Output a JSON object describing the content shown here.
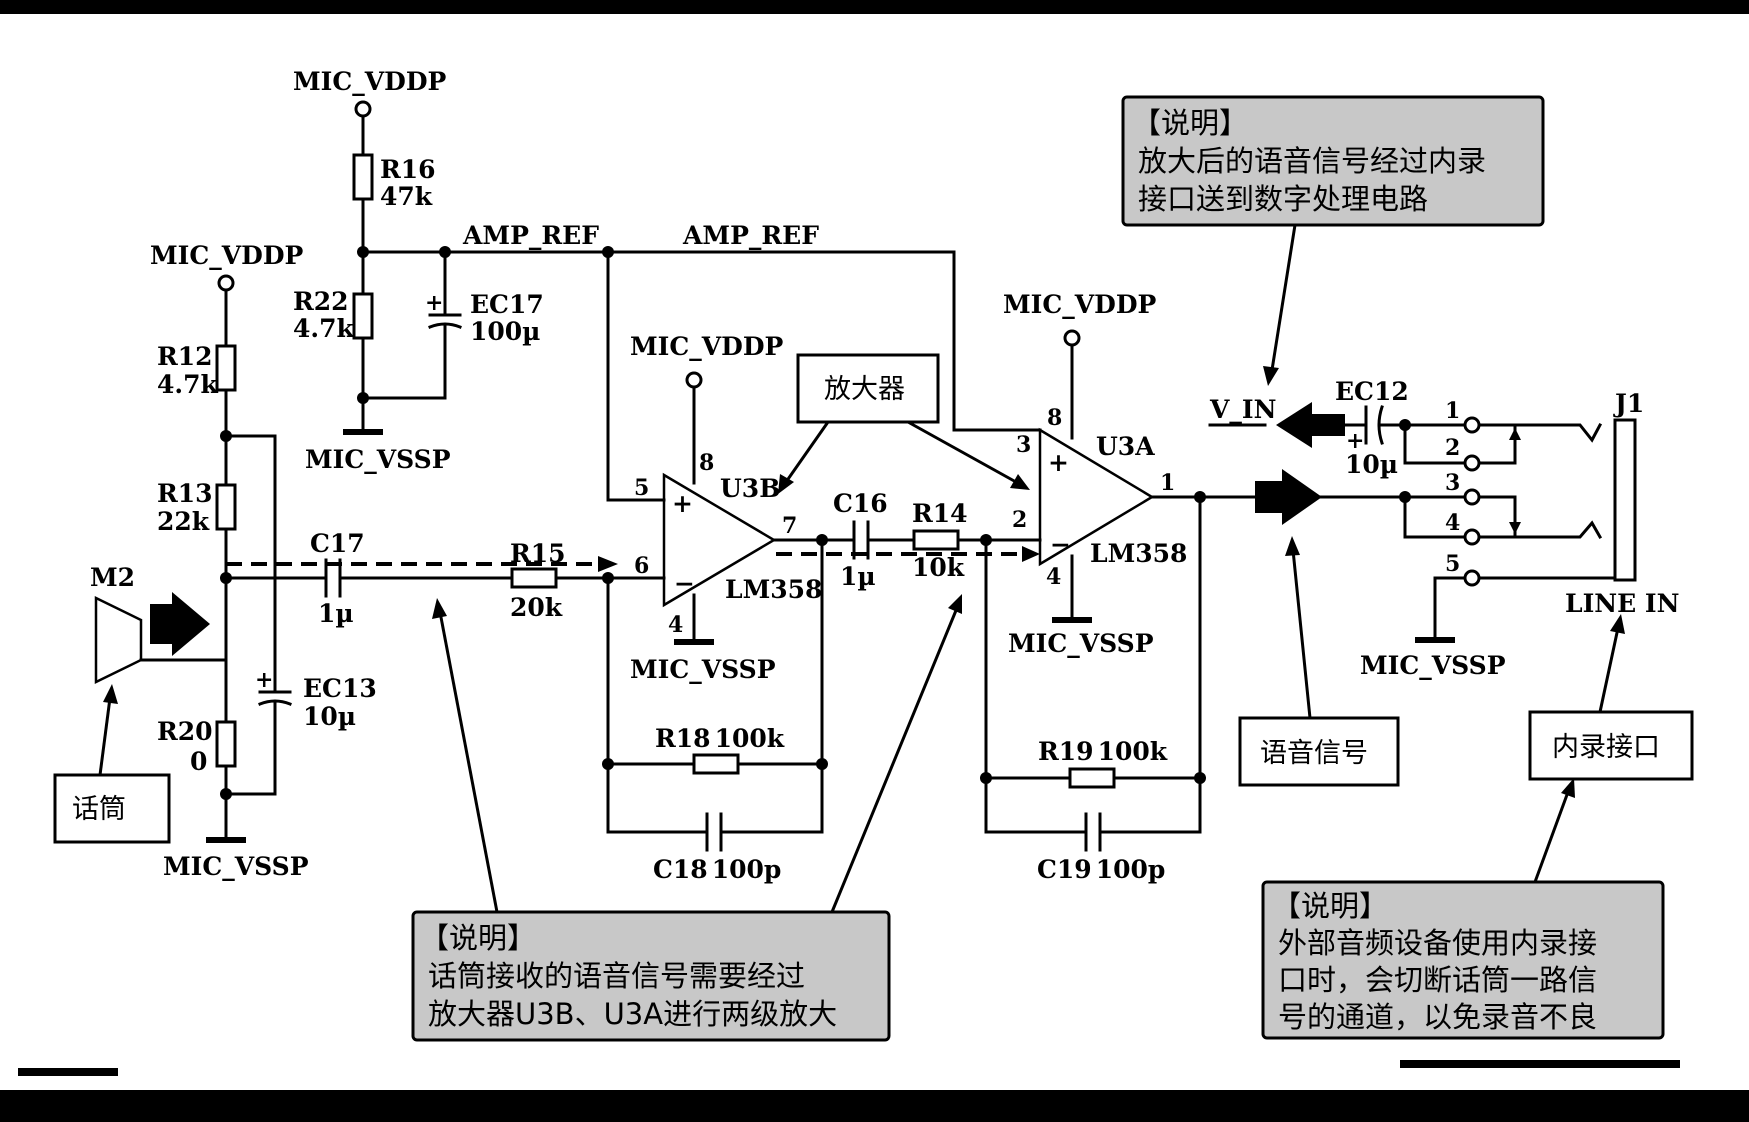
{
  "rails": {
    "vddp": "MIC_VDDP",
    "vssp": "MIC_VSSP",
    "amp_ref": "AMP_REF"
  },
  "components": {
    "R16": {
      "ref": "R16",
      "value": "47k"
    },
    "R22": {
      "ref": "R22",
      "value": "4.7k"
    },
    "EC17": {
      "ref": "EC17",
      "value": "100µ"
    },
    "R12": {
      "ref": "R12",
      "value": "4.7k"
    },
    "R13": {
      "ref": "R13",
      "value": "22k"
    },
    "R20": {
      "ref": "R20",
      "value": "0"
    },
    "EC13": {
      "ref": "EC13",
      "value": "10µ"
    },
    "C17": {
      "ref": "C17",
      "value": "1µ"
    },
    "R15": {
      "ref": "R15",
      "value": "20k"
    },
    "C16": {
      "ref": "C16",
      "value": "1µ"
    },
    "R14": {
      "ref": "R14",
      "value": "10k"
    },
    "R18": {
      "ref": "R18",
      "value": "100k"
    },
    "C18": {
      "ref": "C18",
      "value": "100p"
    },
    "R19": {
      "ref": "R19",
      "value": "100k"
    },
    "C19": {
      "ref": "C19",
      "value": "100p"
    },
    "EC12": {
      "ref": "EC12",
      "value": "10µ"
    },
    "M2": {
      "ref": "M2"
    },
    "J1": {
      "ref": "J1",
      "name": "LINE IN"
    }
  },
  "opamps": {
    "u3b": {
      "ref": "U3B",
      "part": "LM358",
      "pins": {
        "vcc": "8",
        "in_plus": "5",
        "in_minus": "6",
        "out": "7",
        "gnd": "4"
      }
    },
    "u3a": {
      "ref": "U3A",
      "part": "LM358",
      "pins": {
        "vcc": "8",
        "in_plus": "3",
        "in_minus": "2",
        "out": "1",
        "gnd": "4"
      }
    }
  },
  "signal": {
    "v_in": "V_IN"
  },
  "jack_pins": [
    "1",
    "2",
    "3",
    "4",
    "5"
  ],
  "labels": {
    "amplifier": "放大器",
    "microphone": "话筒",
    "voice_signal": "语音信号",
    "line_in_port": "内录接口"
  },
  "notes": {
    "top_right": {
      "title": "【说明】",
      "lines": [
        "放大后的语音信号经过内录",
        "接口送到数字处理电路"
      ]
    },
    "bottom_center": {
      "title": "【说明】",
      "lines": [
        "话筒接收的语音信号需要经过",
        "放大器U3B、U3A进行两级放大"
      ]
    },
    "bottom_right": {
      "title": "【说明】",
      "lines": [
        "外部音频设备使用内录接",
        "口时，会切断话筒一路信",
        "号的通道，以免录音不良"
      ]
    }
  }
}
